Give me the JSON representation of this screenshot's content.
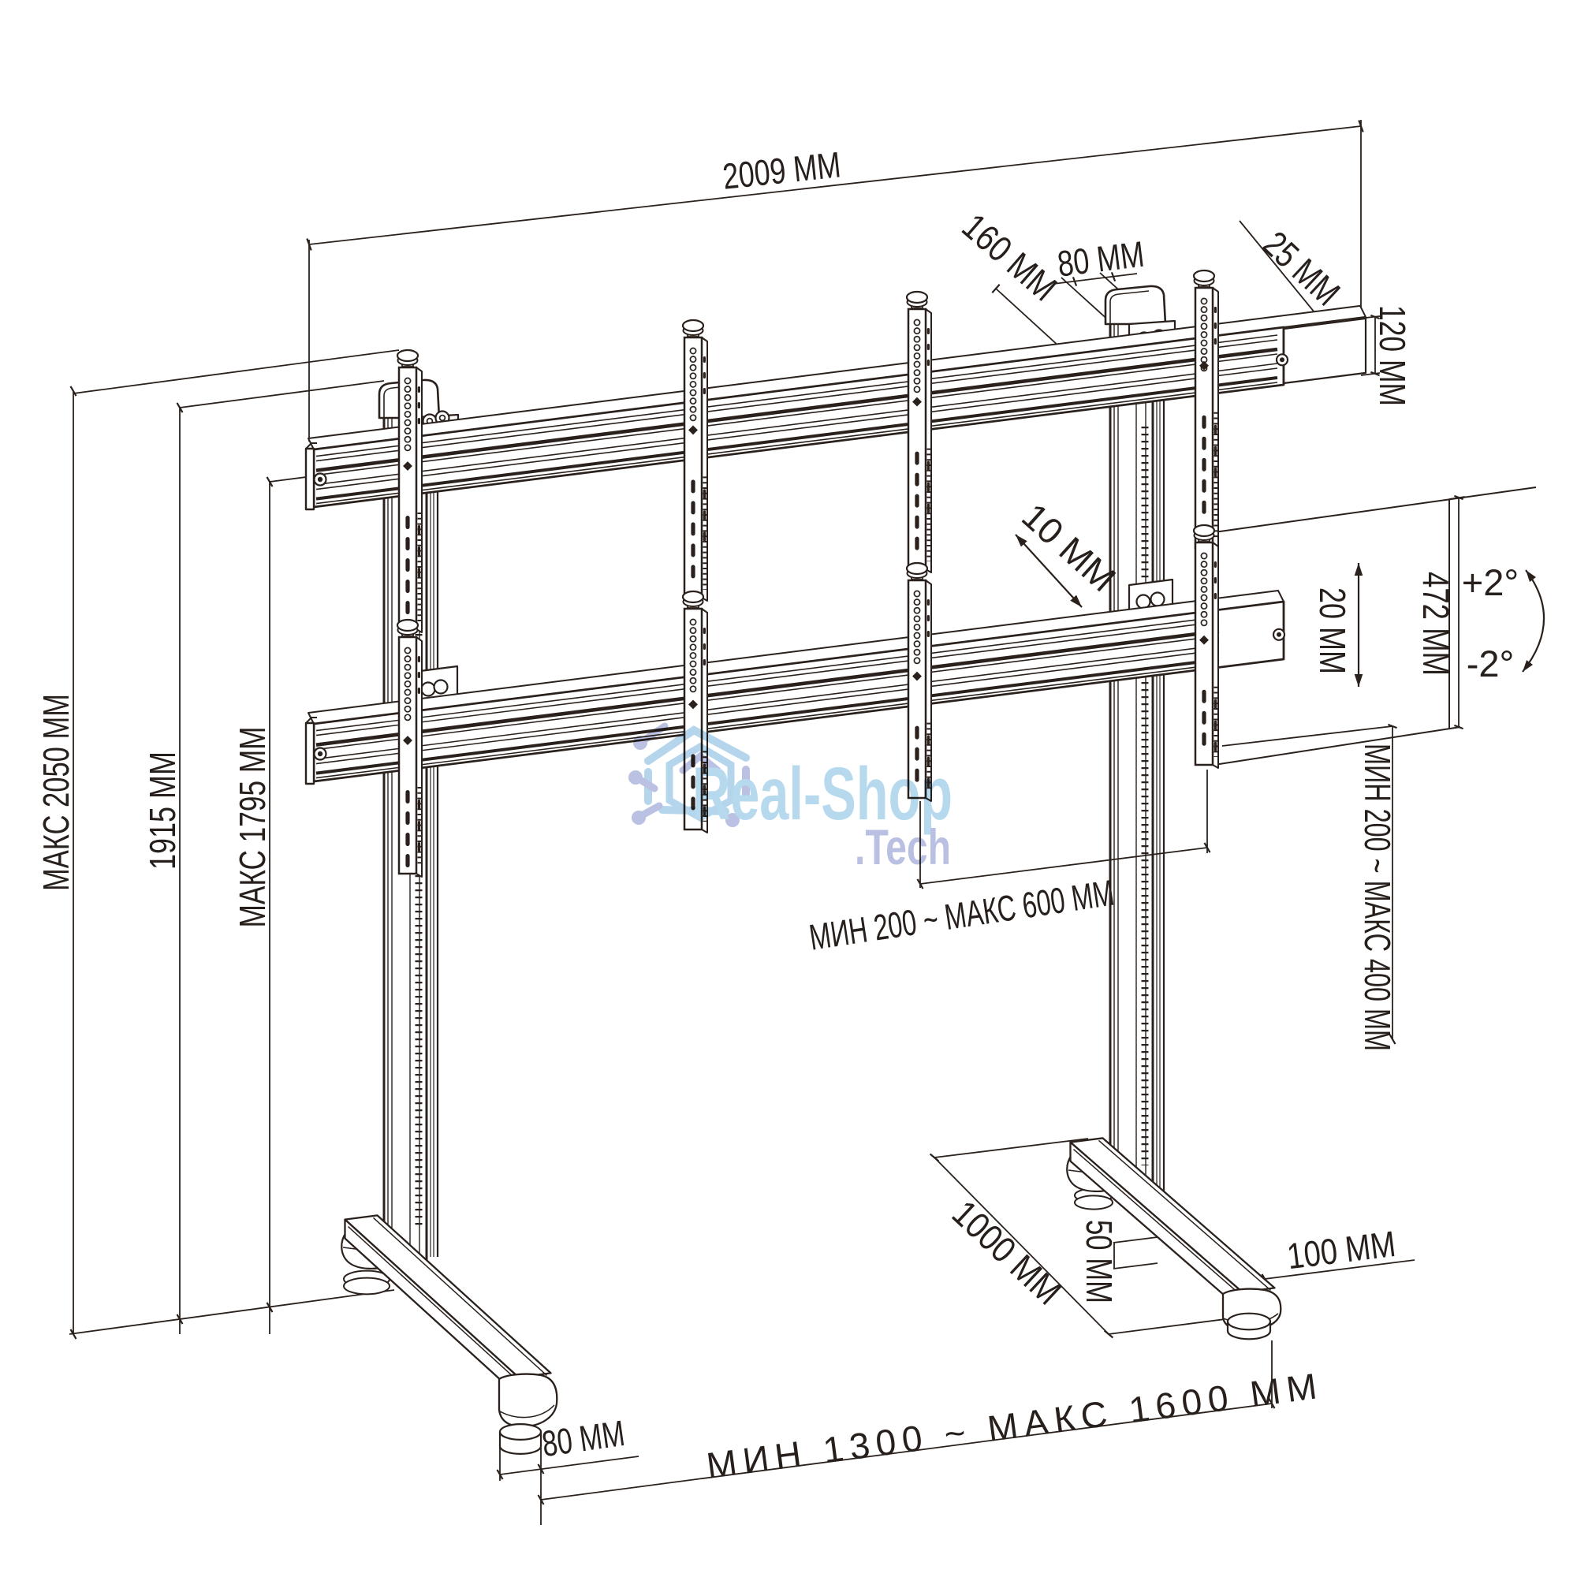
{
  "page": {
    "background": "#ffffff",
    "type": "technical-dimension-drawing",
    "subject": "dual-column video-wall floor stand, isometric line drawing"
  },
  "drawing": {
    "ink_color": "#2a211c",
    "units": "ММ"
  },
  "dims": {
    "top_width": "2009 ММ",
    "offset_160": "160 ММ",
    "offset_80_top": "80 ММ",
    "rail_depth_25": "25 ММ",
    "rail_height_120": "120 ММ",
    "gap_10": "10 ММ",
    "slide_20": "20 ММ",
    "panel_472": "472 ММ",
    "tilt_up": "+2°",
    "tilt_down": "-2°",
    "range_200_600": "МИН 200 ~ МАКС 600 ММ",
    "range_200_400": "МИН 200 ~ МАКС 400 ММ",
    "height_max_2050": "МАКС 2050 ММ",
    "height_1915": "1915 ММ",
    "height_max_1795": "МАКС 1795 ММ",
    "foot_1000": "1000 ММ",
    "foot_50": "50 ММ",
    "foot_100": "100 ММ",
    "offset_80_bottom": "80 ММ",
    "range_1300_1600": "МИН 1300 ~ МАКС 1600 ММ"
  },
  "watermark": {
    "line1": "Real-Shop",
    "line2": ".Tech",
    "color_line1": "#b7d9ee",
    "color_line2": "#b9c0e2",
    "logo": "house-circuit-icon"
  }
}
